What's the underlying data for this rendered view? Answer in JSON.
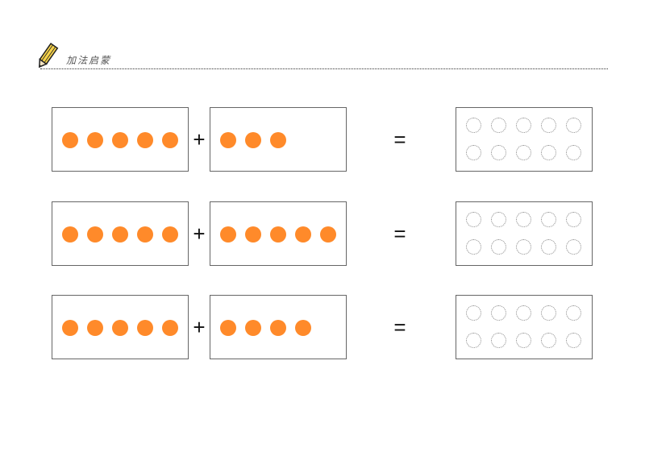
{
  "header": {
    "title": "加法启蒙",
    "icon": "pencil-icon"
  },
  "colors": {
    "dot": "#ff8a2a",
    "pencil": "#f6d24a",
    "rule": "#333333"
  },
  "rows": [
    {
      "left_count": 5,
      "right_count": 3,
      "plus": "+",
      "equals": "=",
      "answer_circles": 10
    },
    {
      "left_count": 5,
      "right_count": 5,
      "plus": "+",
      "equals": "=",
      "answer_circles": 10
    },
    {
      "left_count": 5,
      "right_count": 4,
      "plus": "+",
      "equals": "=",
      "answer_circles": 10
    }
  ]
}
